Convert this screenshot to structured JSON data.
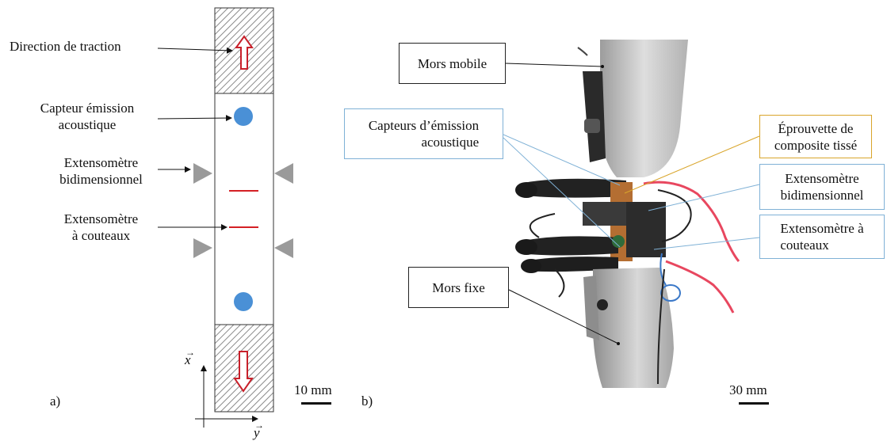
{
  "panel_a": {
    "label": "a)",
    "labels": {
      "direction": "Direction de traction",
      "capteur": [
        "Capteur émission",
        "acoustique"
      ],
      "extenso_bi": [
        "Extensomètre",
        "bidimensionnel"
      ],
      "extenso_couteaux": [
        "Extensomètre",
        "à couteaux"
      ]
    },
    "axes": {
      "x": "x",
      "y": "y"
    },
    "scale_bar": "10 mm",
    "colors": {
      "sensor": "#4a90d6",
      "arrow": "#c8202a",
      "wedge": "#9a9a9a",
      "strain_marks": "#d42025"
    }
  },
  "panel_b": {
    "label": "b)",
    "labels": {
      "mors_mobile": "Mors mobile",
      "capteurs": [
        "Capteurs d’émission",
        "acoustique"
      ],
      "eprouvette": [
        "Éprouvette de",
        "composite tissé"
      ],
      "extenso_bi": [
        "Extensomètre",
        "bidimensionnel"
      ],
      "extenso_couteaux": [
        "Extensomètre à",
        "couteaux"
      ],
      "mors_fixe": "Mors fixe"
    },
    "scale_bar": "30 mm",
    "colors": {
      "box_blue": "#7fb1d6",
      "box_gold": "#d9a52b",
      "cable_red": "#e8475f"
    }
  }
}
